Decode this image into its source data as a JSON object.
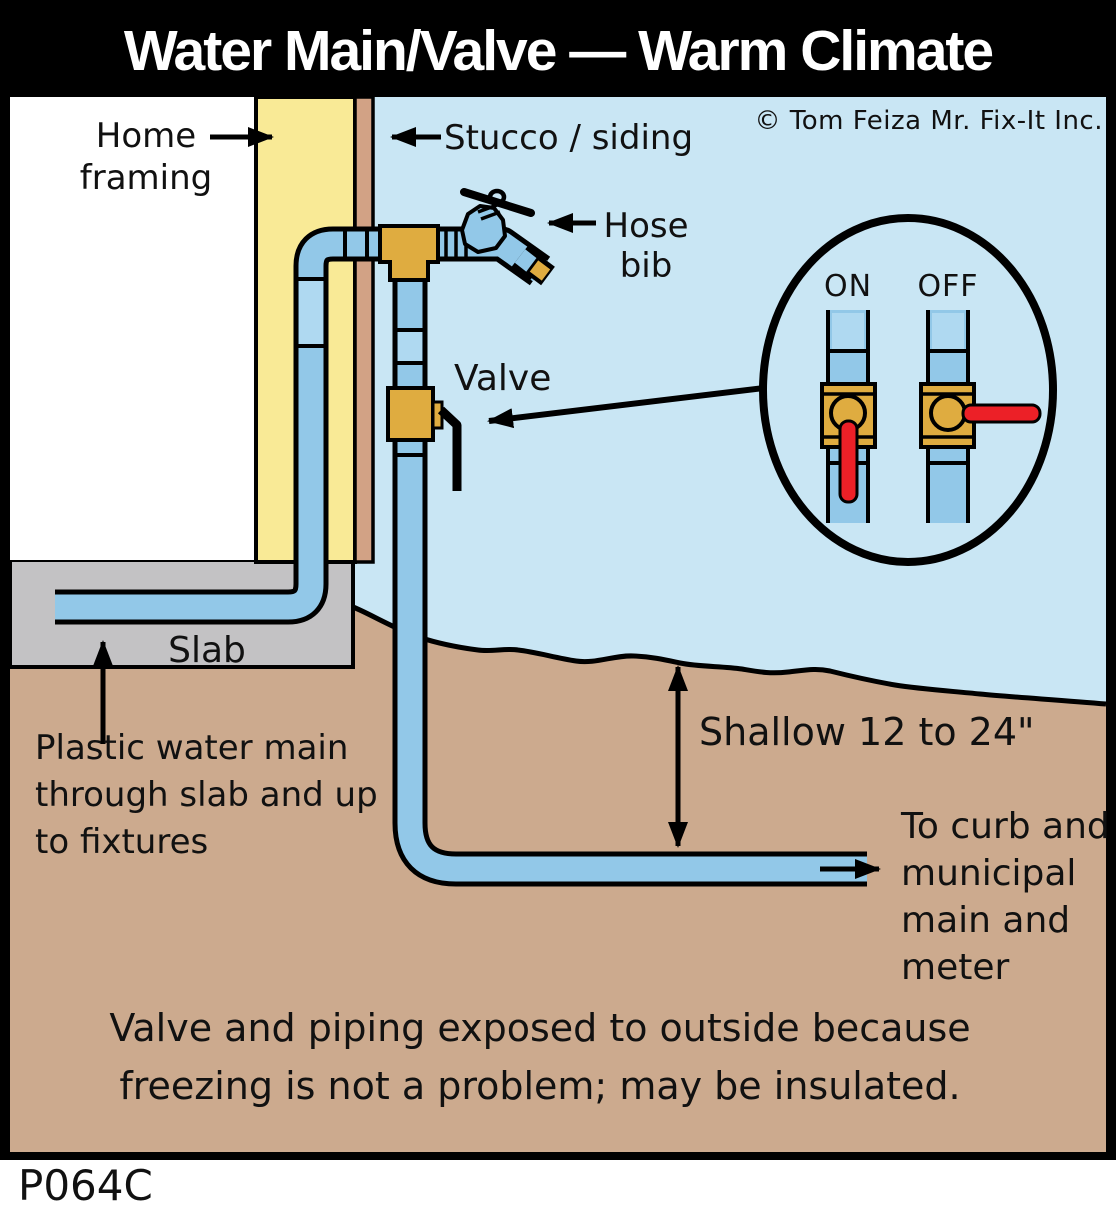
{
  "title": "Water Main/Valve — Warm Climate",
  "copyright": "© Tom Feiza Mr. Fix-It Inc.",
  "code": "P064C",
  "labels": {
    "home_framing": [
      "Home",
      "framing"
    ],
    "stucco": "Stucco / siding",
    "hose_bib": [
      "Hose",
      "bib"
    ],
    "valve": "Valve",
    "inset_on": "ON",
    "inset_off": "OFF",
    "slab": "Slab",
    "plastic_main": [
      "Plastic water main",
      "through slab and up",
      "to fixtures"
    ],
    "shallow": "Shallow 12 to 24\"",
    "to_curb": [
      "To curb and",
      "municipal",
      "main and",
      "meter"
    ],
    "caption": [
      "Valve and piping exposed to outside because",
      "freezing is not a problem; may be insulated."
    ]
  },
  "colors": {
    "sky": "#C9E6F4",
    "dirt": "#CCAA8E",
    "slab_gray": "#C3C2C4",
    "framing_yellow": "#F9EA96",
    "stucco_tan": "#D2A285",
    "pipe_blue": "#92C8E8",
    "pipe_blue_light": "#AFD9F1",
    "brass": "#DFAC40",
    "handle_red": "#EC2027",
    "line_black": "#000000"
  }
}
